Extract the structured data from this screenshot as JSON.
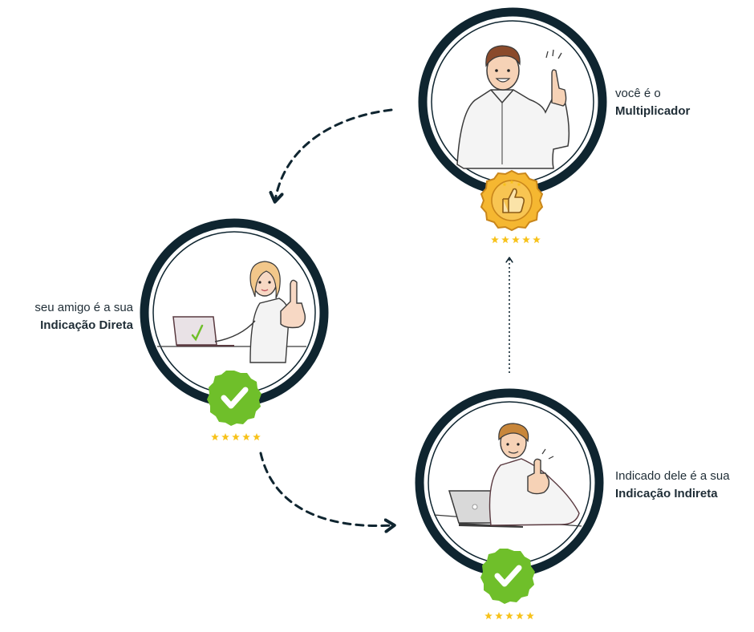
{
  "nodes": {
    "top": {
      "line1": "você é o",
      "line2": "Multiplicador",
      "badge_icon": "thumbs-up-medal-icon",
      "rating_icon": "five-stars-icon"
    },
    "left": {
      "line1": "seu amigo é a sua",
      "line2": "Indicação Direta",
      "badge_icon": "green-check-seal-icon",
      "rating_icon": "five-stars-icon"
    },
    "bottom": {
      "line1": "Indicado dele é a sua",
      "line2": "Indicação Indireta",
      "badge_icon": "green-check-seal-icon",
      "rating_icon": "five-stars-icon"
    }
  },
  "colors": {
    "ring": "#0f2530",
    "accent_green": "#6fbf2a",
    "medal_gold": "#f5b731",
    "star": "#f7c21b",
    "text": "#1f2d36"
  }
}
